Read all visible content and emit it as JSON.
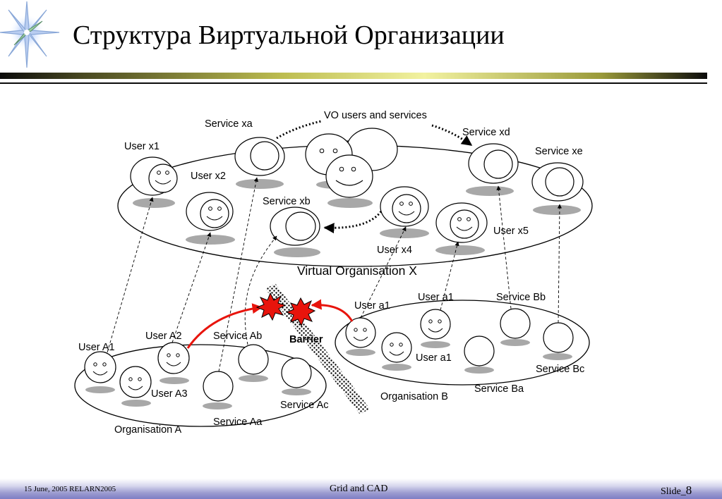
{
  "slide": {
    "title": "Структура Виртуальной Организации",
    "footer_left": "15 June, 2005 RELARN2005",
    "footer_center": "Grid and CAD",
    "footer_slide_prefix": "Slide_",
    "footer_slide_number": "8"
  },
  "diagram": {
    "vo_users_and_services": "VO users and services",
    "virtual_organisation": "Virtual Organisation X",
    "service_xa": "Service xa",
    "service_xb": "Service xb",
    "service_xd": "Service xd",
    "service_xe": "Service xe",
    "user_x1": "User x1",
    "user_x2": "User x2",
    "user_x4": "User x4",
    "user_x5": "User x5",
    "barrier": "Barrier",
    "organisation_a": "Organisation A",
    "organisation_b": "Organisation B",
    "user_A1": "User A1",
    "user_A2": "User A2",
    "user_A3": "User A3",
    "service_Ab": "Service Ab",
    "service_Ac": "Service Ac",
    "service_Aa": "Service Aa",
    "user_a1_top": "User a1",
    "user_a1_mid": "User a1",
    "user_a1_low": "User a1",
    "service_Bb": "Service Bb",
    "service_Bc": "Service Bc",
    "service_Ba": "Service Ba"
  },
  "colors": {
    "arrow_red": "#e8140c",
    "shadow_gray": "#a8a8a8",
    "accent_navy": "#7e7ec4"
  }
}
